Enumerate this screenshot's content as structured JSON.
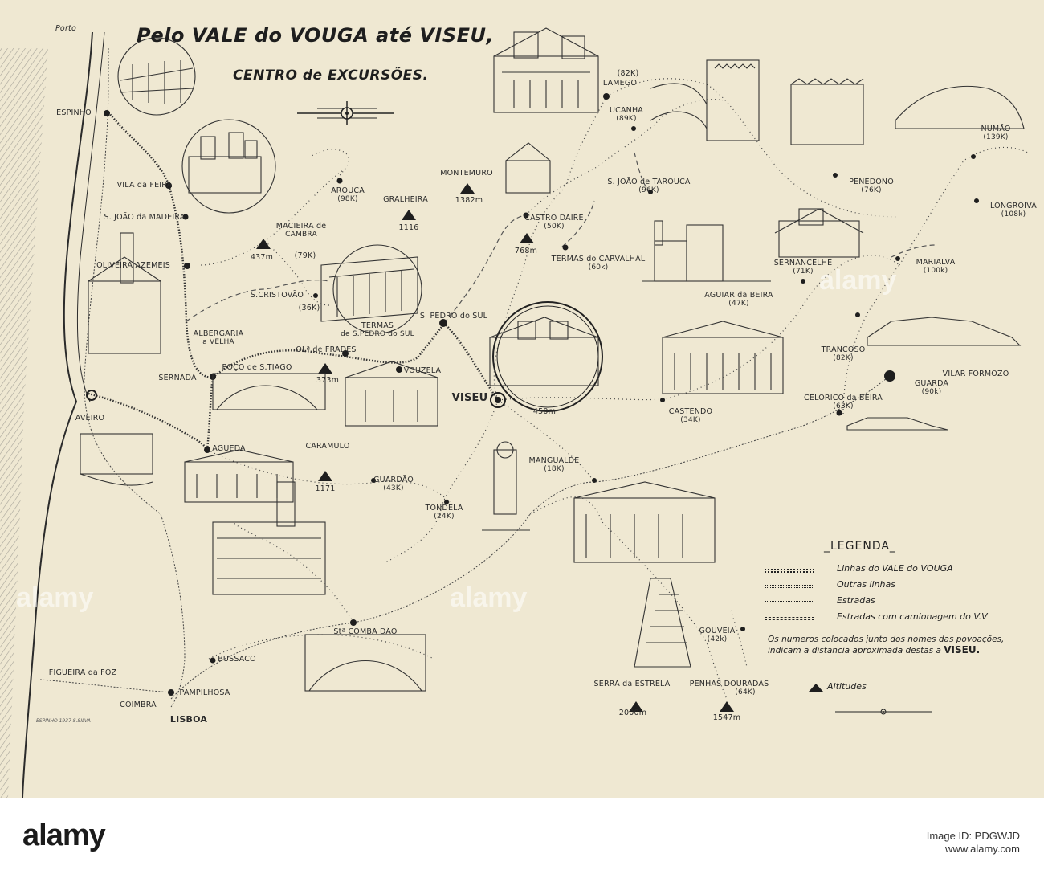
{
  "title": "Pelo VALE do VOUGA até VISEU,",
  "subtitle": "CENTRO de EXCURSÕES.",
  "credit": "ESPINHO 1937 S.SILVA",
  "places": {
    "porto": "Porto",
    "espinho": "ESPINHO",
    "vila_feira": "VILA da FEIRA",
    "s_joao_madeira": "S. JOÃO da MADEIRA",
    "oliveira_azemeis": "OLIVEIRA AZEMEIS",
    "albergaria": "ALBERGARIA",
    "albergaria2": "a VELHA",
    "sernada": "SERNADA",
    "aveiro": "AVEIRO",
    "agueda": "AGUEDA",
    "caramulo": "CARAMULO",
    "caramulo_alt": "1171",
    "guardao": "GUARDÃO",
    "guardao_d": "(43K)",
    "poco_tiago": "POÇO de S.TIAGO",
    "pc_alt": "373m",
    "vouzela": "VOUZELA",
    "oliv_frades": "OLª de FRADES",
    "termas": "TERMAS",
    "termas2": "de S.PEDRO do SUL",
    "s_pedro_sul": "S. PEDRO do SUL",
    "s_cristovao": "S.CRISTOVÃO",
    "s_cristovao_d": "(36K)",
    "macieira": "MACIEIRA de",
    "macieira2": "CAMBRA",
    "macieira_d": "(79K)",
    "macieira_alt": "437m",
    "arouca": "AROUCA",
    "arouca_d": "(98K)",
    "gralheira": "GRALHEIRA",
    "gralheira_alt": "1116",
    "montemuro": "MONTEMURO",
    "montemuro_alt": "1382m",
    "castro_daire": "CASTRO DAIRE",
    "castro_daire_d": "(50K)",
    "cd_alt": "768m",
    "termas_carvalhal": "TERMAS do CARVALHAL",
    "termas_carvalhal_d": "(60k)",
    "lamego": "LAMEGO",
    "lamego_d": "(82K)",
    "ucanha": "UCANHA",
    "ucanha_d": "(89K)",
    "s_joao_tarouca": "S. JOÃO de TAROUCA",
    "s_joao_tarouca_d": "(96K)",
    "penedono": "PENEDONO",
    "penedono_d": "(76K)",
    "numao": "NUMÃO",
    "numao_d": "(139K)",
    "longroiva": "LONGROIVA",
    "longroiva_d": "(108k)",
    "marialva": "MARIALVA",
    "marialva_d": "(100k)",
    "sernancelhe": "SERNANCELHE",
    "sernancelhe_d": "(71K)",
    "aguiar": "AGUIAR da BEIRA",
    "aguiar_d": "(47K)",
    "trancoso": "TRANCOSO",
    "trancoso_d": "(82K)",
    "vilar_formozo": "VILAR FORMOZO",
    "guarda": "GUARDA",
    "guarda_d": "(90k)",
    "celorico": "CELORICO da BEIRA",
    "celorico_d": "(63K)",
    "castendo": "CASTENDO",
    "castendo_d": "(34K)",
    "viseu": "VISEU",
    "viseu_alt": "450m",
    "mangualde": "MANGUALDE",
    "mangualde_d": "(18K)",
    "tondela": "TONDELA",
    "tondela_d": "(24K)",
    "gouveia": "GOUVEIA",
    "gouveia_d": "(42k)",
    "serra_estrela": "SERRA da ESTRELA",
    "serra_estrela_alt": "2000m",
    "penhas_douradas": "PENHAS DOURADAS",
    "penhas_douradas_d": "(64K)",
    "penhas_alt": "1547m",
    "santa_comba": "Stª COMBA DÃO",
    "bussaco": "BUSSACO",
    "pampilhosa": "PAMPILHOSA",
    "figueira": "FIGUEIRA da FOZ",
    "coimbra": "COIMBRA",
    "lisboa": "LISBOA"
  },
  "legend": {
    "title": "_LEGENDA_",
    "vale_vouga": "Linhas do VALE do VOUGA",
    "outras": "Outras linhas",
    "estradas": "Estradas",
    "camionagem": "Estradas com camionagem do V.V",
    "note": "Os numeros colocados junto dos nomes das povoações, indicam a distancia aproximada destas a",
    "note_strong": "VISEU.",
    "altitudes": "Altitudes"
  },
  "footer": {
    "brand": "alamy",
    "image_id": "Image ID: PDGWJD",
    "url": "www.alamy.com"
  },
  "watermark": "alamy",
  "colors": {
    "paper": "#efe8d2",
    "ink": "#2a2a2a"
  }
}
